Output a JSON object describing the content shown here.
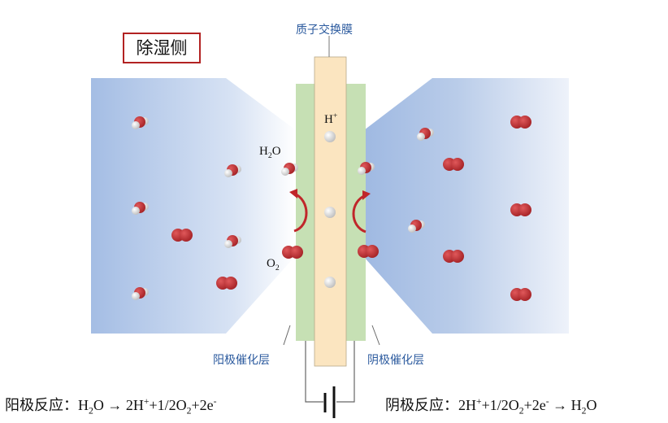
{
  "title": "除湿侧",
  "membrane_label": "质子交换膜",
  "anode_layer_label": "阳极催化层",
  "cathode_layer_label": "阴极催化层",
  "species": {
    "h_plus": "H",
    "h_plus_sup": "+",
    "water": "H",
    "water_sub": "2",
    "water_tail": "O",
    "oxygen": "O",
    "oxygen_sub": "2"
  },
  "anode_reaction": {
    "label": "阳极反应：",
    "f1": "H",
    "s1": "2",
    "f2": "O → 2H",
    "p1": "+",
    "f3": "+1/2O",
    "s2": "2",
    "f4": "+2e",
    "p2": "-"
  },
  "cathode_reaction": {
    "label": "阴极反应：",
    "f1": "2H",
    "p1": "+",
    "f2": "+1/2O",
    "s1": "2",
    "f3": "+2e",
    "p2": "-",
    "f4": " → H",
    "s2": "2",
    "f5": "O"
  },
  "colors": {
    "title_border": "#b22222",
    "label_blue": "#2b5a9e",
    "catalyst": "#c6e0b4",
    "membrane": "#fbe5c0",
    "molecule_red": "#c0262a"
  },
  "icons": [
    "water-molecule",
    "oxygen-molecule",
    "proton",
    "arrow",
    "battery"
  ]
}
